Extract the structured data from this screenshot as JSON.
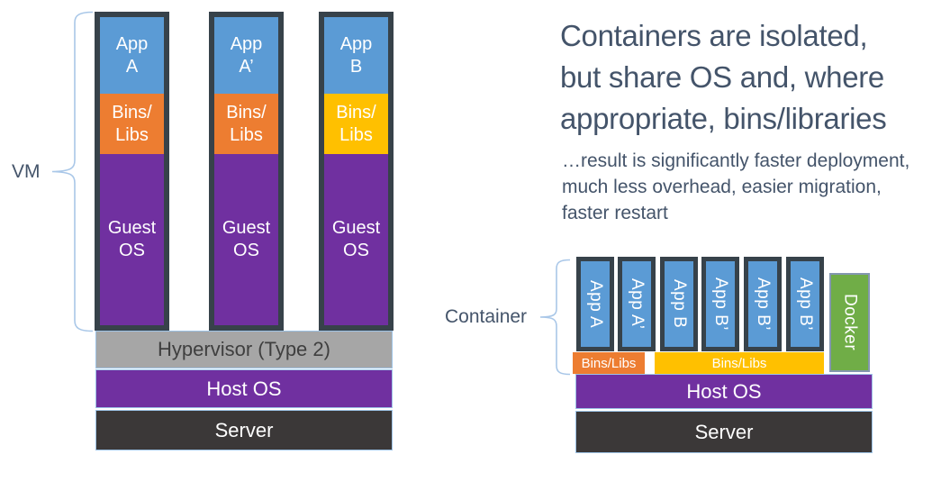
{
  "colors": {
    "app_blue": "#5B9BD5",
    "bins_orange": "#ED7D31",
    "bins_gold": "#FFC000",
    "os_purple": "#7030A0",
    "docker_green": "#70AD47",
    "hypervisor_gray": "#A6A6A6",
    "server_dark": "#3B3838",
    "box_border_slate": "#37424A",
    "heading_text": "#44546A",
    "brace_blue": "#A9C7E8",
    "bar_outline_blue": "#9DC3E6"
  },
  "left": {
    "bracket_label": "VM",
    "stacks": [
      {
        "app": [
          "App",
          "A"
        ],
        "bins": [
          "Bins/",
          "Libs"
        ],
        "os": [
          "Guest",
          "OS"
        ]
      },
      {
        "app": [
          "App",
          "A’"
        ],
        "bins": [
          "Bins/",
          "Libs"
        ],
        "os": [
          "Guest",
          "OS"
        ]
      },
      {
        "app": [
          "App",
          "B"
        ],
        "bins": [
          "Bins/",
          "Libs"
        ],
        "os": [
          "Guest",
          "OS"
        ]
      }
    ],
    "hypervisor_label": "Hypervisor (Type 2)",
    "host_os_label": "Host OS",
    "server_label": "Server"
  },
  "right": {
    "title_lines": [
      "Containers are isolated,",
      "but share OS and, where",
      "appropriate, bins/libraries"
    ],
    "note_lines": [
      "…result is significantly faster deployment,",
      "much less overhead, easier migration,",
      "faster restart"
    ],
    "bracket_label": "Container",
    "containers": [
      "App A",
      "App A’",
      "App B",
      "App B’",
      "App B’",
      "App B’"
    ],
    "docker_label": "Docker",
    "bins_small_label": "Bins/Libs",
    "bins_large_label": "Bins/Libs",
    "host_os_label": "Host OS",
    "server_label": "Server"
  }
}
